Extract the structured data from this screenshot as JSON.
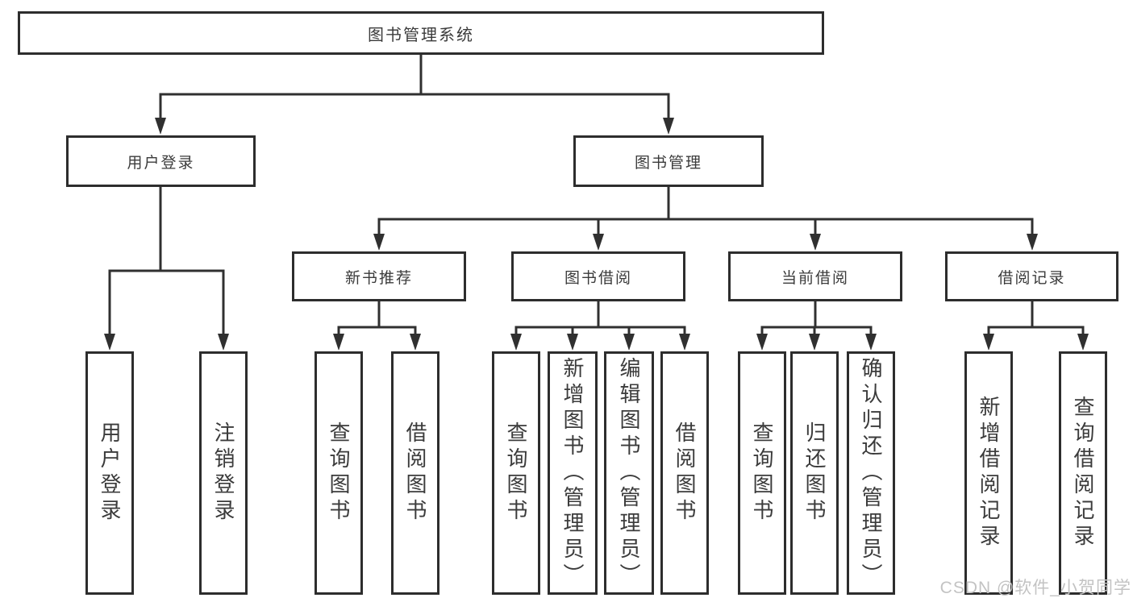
{
  "diagram": {
    "root": {
      "label": "图书管理系统"
    },
    "level1": [
      {
        "label": "用户登录"
      },
      {
        "label": "图书管理"
      }
    ],
    "level2": [
      {
        "label": "新书推荐"
      },
      {
        "label": "图书借阅"
      },
      {
        "label": "当前借阅"
      },
      {
        "label": "借阅记录"
      }
    ],
    "leaves": [
      {
        "label": "用户登录"
      },
      {
        "label": "注销登录"
      },
      {
        "label": "查询图书"
      },
      {
        "label": "借阅图书"
      },
      {
        "label": "查询图书"
      },
      {
        "label": "新增图书（管理员）"
      },
      {
        "label": "编辑图书（管理员）"
      },
      {
        "label": "借阅图书"
      },
      {
        "label": "查询图书"
      },
      {
        "label": "归还图书"
      },
      {
        "label": "确认归还（管理员）"
      },
      {
        "label": "新增借阅记录"
      },
      {
        "label": "查询借阅记录"
      }
    ],
    "colors": {
      "line": "#303030",
      "text": "#3b3b3b",
      "box_background": "#ffffff"
    }
  },
  "watermark": {
    "text": "CSDN @软件_小贺同学",
    "color": "#c3c3c3"
  }
}
